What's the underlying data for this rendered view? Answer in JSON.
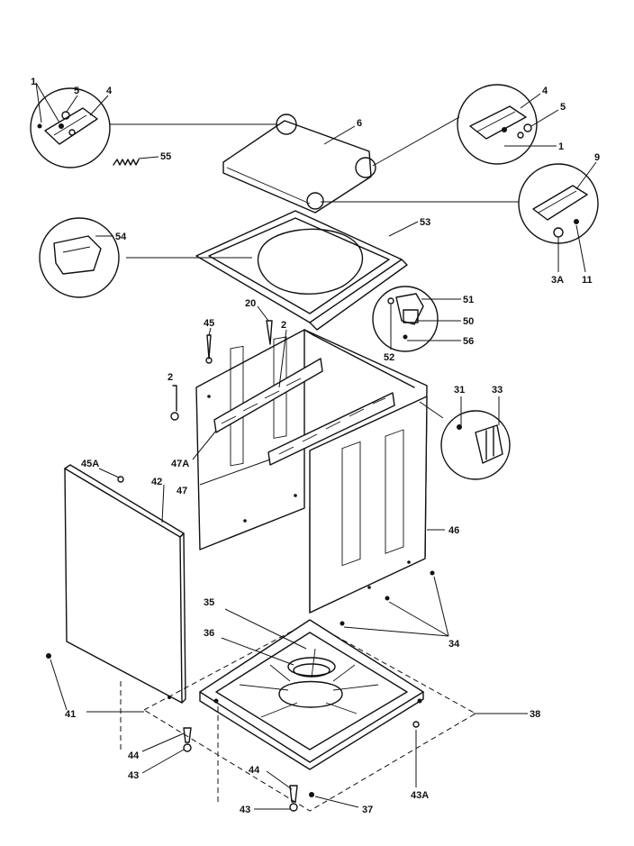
{
  "callouts": {
    "c1": "1",
    "c5": "5",
    "c4": "4",
    "c6": "6",
    "c55": "55",
    "c4r": "4",
    "c5r": "5",
    "c1r": "1",
    "c9": "9",
    "c54": "54",
    "c53": "53",
    "c3a": "3A",
    "c11": "11",
    "c51": "51",
    "c50": "50",
    "c52": "52",
    "c56": "56",
    "c20": "20",
    "c45": "45",
    "c2a": "2",
    "c2b": "2",
    "c31": "31",
    "c33": "33",
    "c47a": "47A",
    "c45a": "45A",
    "c42": "42",
    "c47": "47",
    "c46": "46",
    "c35": "35",
    "c34": "34",
    "c36": "36",
    "c41": "41",
    "c38": "38",
    "c44a": "44",
    "c43a": "43",
    "c44b": "44",
    "c43b": "43",
    "c37": "37",
    "c43c": "43A"
  }
}
